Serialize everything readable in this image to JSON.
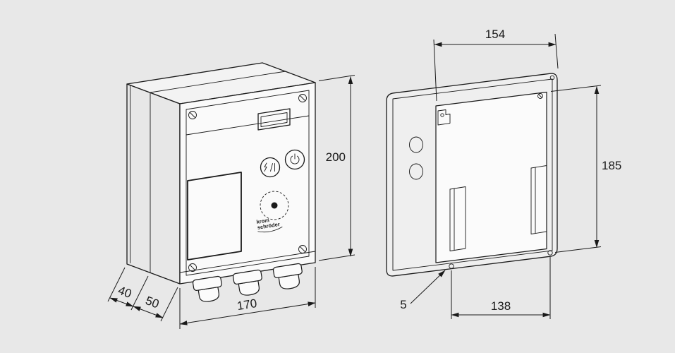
{
  "colors": {
    "background": "#e8e8e8",
    "line": "#1a1a1a",
    "face_front": "#fafafa",
    "face_top": "#f3f3f3",
    "face_side": "#e7e7e7",
    "panel": "#fbfbfb",
    "walls": "#efefef"
  },
  "brand": {
    "line1": "krom",
    "line2": "schröder"
  },
  "dims": {
    "height": "200",
    "width": "170",
    "depth_rear": "40",
    "depth_front": "50",
    "rear_width": "154",
    "rear_height": "185",
    "hole_offset": "5",
    "hole_spacing": "138"
  },
  "icons": {
    "power": "power-icon",
    "reset": "reset-icon",
    "start_button": "start-button-dotted-circle"
  }
}
